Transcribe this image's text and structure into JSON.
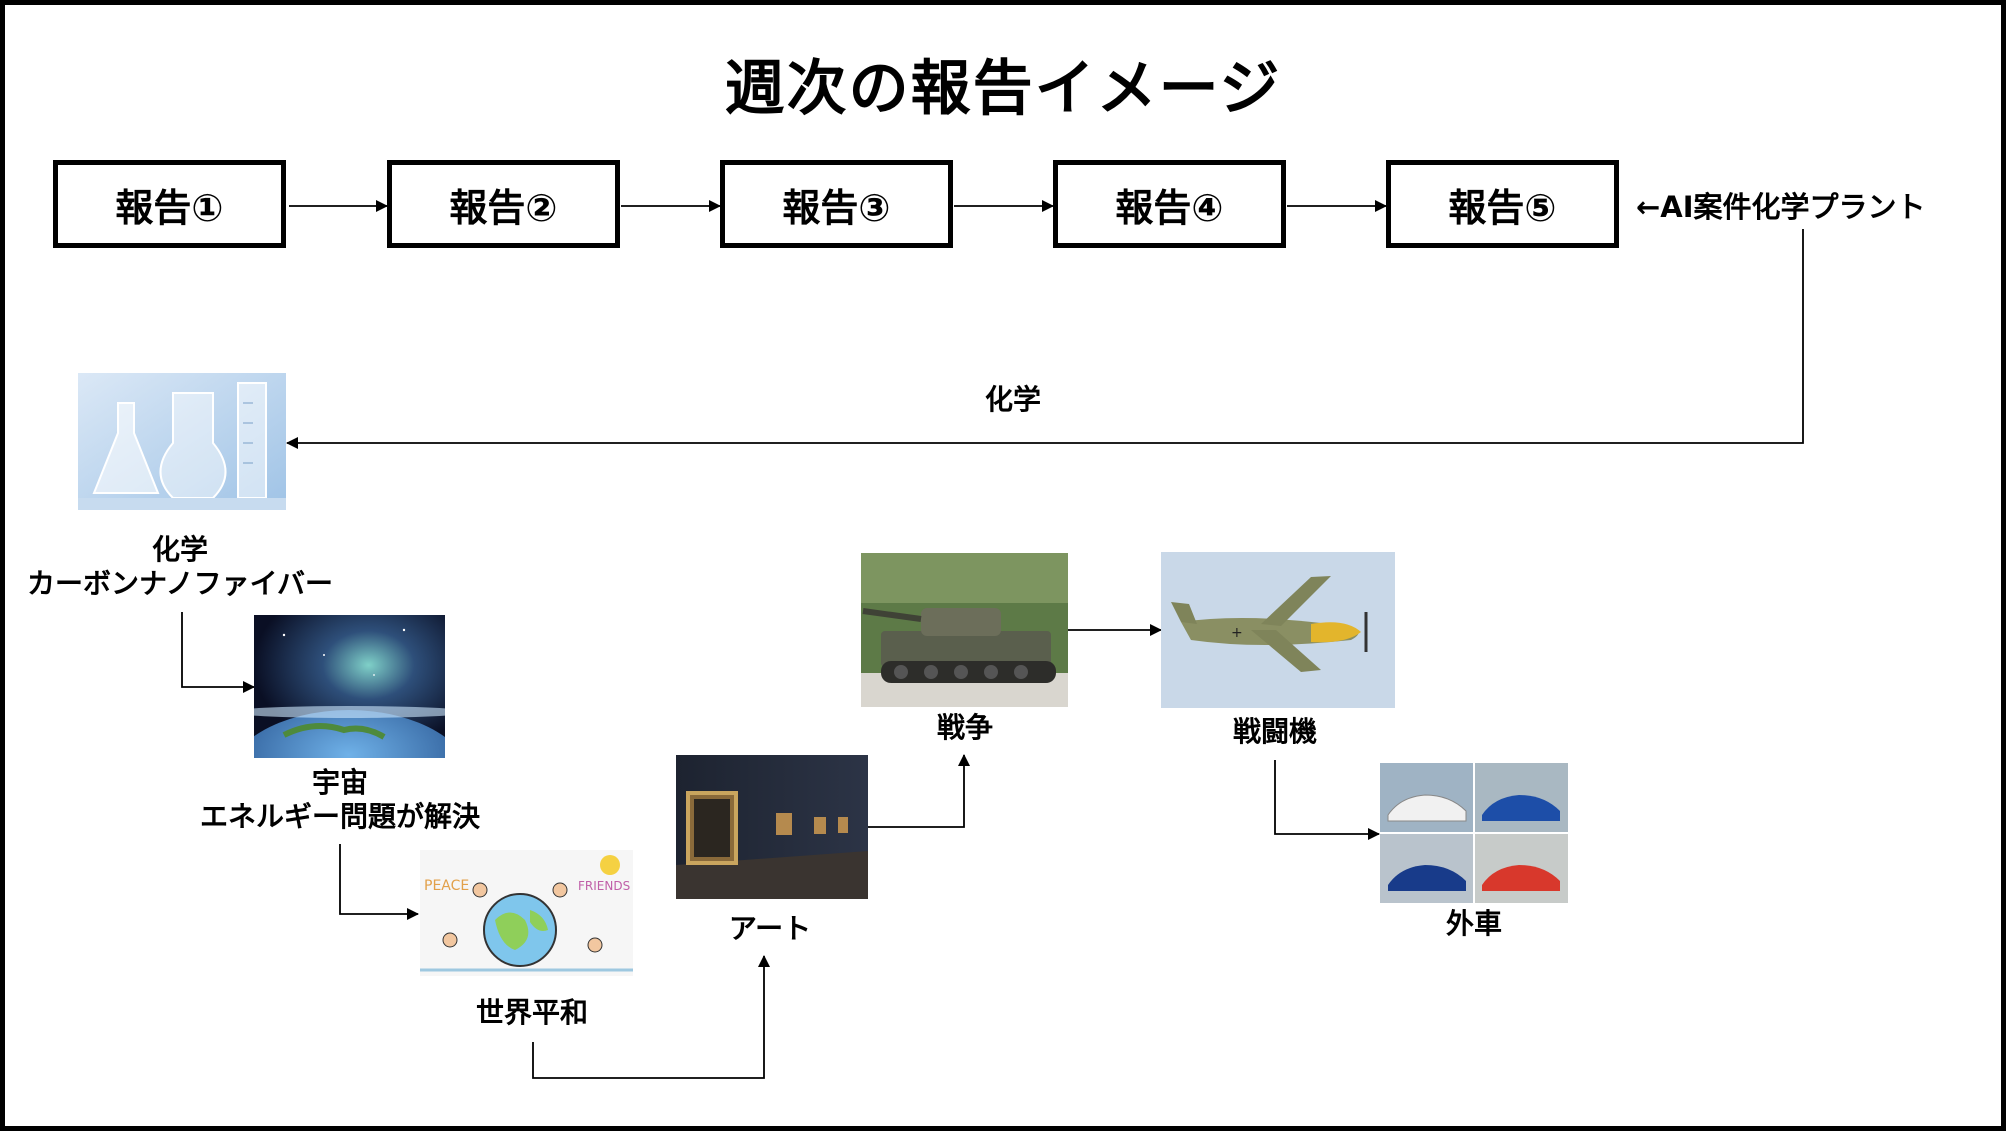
{
  "title": "週次の報告イメージ",
  "reports": [
    "報告①",
    "報告②",
    "報告③",
    "報告④",
    "報告⑤"
  ],
  "side_note": "←AI案件化学プラント",
  "edge_label": "化学",
  "nodes": {
    "chemistry": {
      "line1": "化学",
      "line2": "カーボンナノファイバー",
      "icon": "lab-glassware-photo"
    },
    "space": {
      "line1": "宇宙",
      "line2": "エネルギー問題が解決",
      "icon": "earth-from-space-photo"
    },
    "peace": {
      "line1": "世界平和",
      "icon": "peace-friends-drawing",
      "peace_text": "PEACE",
      "friends_text": "FRIENDS"
    },
    "art": {
      "line1": "アート",
      "icon": "art-gallery-photo"
    },
    "war": {
      "line1": "戦争",
      "icon": "tank-photo"
    },
    "fighter": {
      "line1": "戦闘機",
      "icon": "fighter-plane-photo"
    },
    "cars": {
      "line1": "外車",
      "icon": "foreign-cars-photo"
    }
  },
  "colors": {
    "border": "#000000",
    "background": "#ffffff",
    "sky": "#c9d8e8",
    "car_red": "#d8382c",
    "car_blue": "#1d4ea8"
  }
}
